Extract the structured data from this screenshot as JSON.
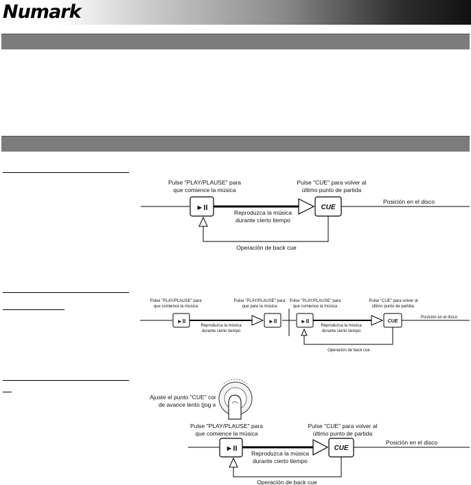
{
  "brand": {
    "logo": "Numark"
  },
  "diagram1": {
    "play_caption": [
      "Pulse \"PLAY/PLAUSE\" para",
      "que comience la música"
    ],
    "cue_caption": [
      "Pulse \"CUE\" para volver al",
      "último punto de partida"
    ],
    "play_button": "►II",
    "cue_button": "CUE",
    "track_label": [
      "Reproduzca la música",
      "durante cierto tiempo"
    ],
    "position_label": "Posición en el disco",
    "back_cue_label": "Operación de back cue"
  },
  "diagram2": {
    "play_caption": [
      "Pulse \"PLAY/PLAUSE\" para",
      "que comience la música"
    ],
    "pause_caption": [
      "Pulse \"PLAY/PLAUSE\" para",
      "que pare la música"
    ],
    "play_caption_2": [
      "Pulse \"PLAY/PLAUSE\" para",
      "que comience la música"
    ],
    "cue_caption": [
      "Pulse \"CUE\" para volver al",
      "último punto de partida."
    ],
    "play_button": "►II",
    "cue_button": "CUE",
    "track_label": [
      "Reproduzca la música",
      "durante cierto tiempo"
    ],
    "track_label_2": [
      "Reproduzca la música",
      "durante cierto tiempo"
    ],
    "position_label": "Posición en el disco",
    "back_cue_label": "Operación de back cue"
  },
  "diagram3": {
    "jog_caption": [
      "Ajuste el punto \"CUE\" con la rueda",
      "de avance lento (jog wheel)."
    ],
    "play_caption": [
      "Pulse \"PLAY/PLAUSE\" para",
      "que comience la música"
    ],
    "cue_caption": [
      "Pulse \"CUE\" para volver al",
      "último punto de partida"
    ],
    "play_button": "►II",
    "cue_button": "CUE",
    "track_label": [
      "Reproduzca la música",
      "durante cierto tiempo"
    ],
    "position_label": "Posición en el disco",
    "back_cue_label": "Operación de back cue"
  }
}
